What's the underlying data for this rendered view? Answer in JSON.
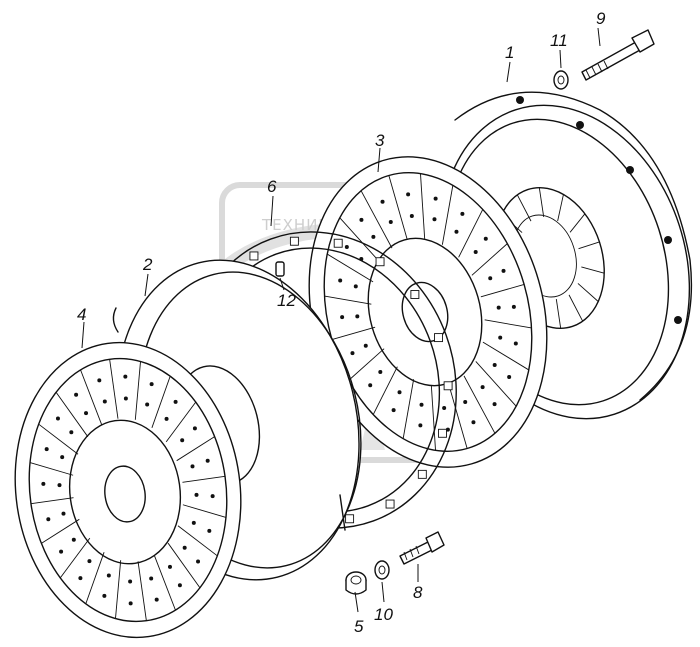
{
  "watermark": {
    "text": "ТЕХНИКА И ЗАПЧАСТИ",
    "color": "#c9c9c9"
  },
  "callouts": [
    {
      "id": "1",
      "label": "1"
    },
    {
      "id": "2",
      "label": "2"
    },
    {
      "id": "3",
      "label": "3"
    },
    {
      "id": "4",
      "label": "4"
    },
    {
      "id": "5",
      "label": "5"
    },
    {
      "id": "6",
      "label": "6"
    },
    {
      "id": "8",
      "label": "8"
    },
    {
      "id": "9",
      "label": "9"
    },
    {
      "id": "10",
      "label": "10"
    },
    {
      "id": "11",
      "label": "11"
    },
    {
      "id": "12",
      "label": "12"
    }
  ]
}
